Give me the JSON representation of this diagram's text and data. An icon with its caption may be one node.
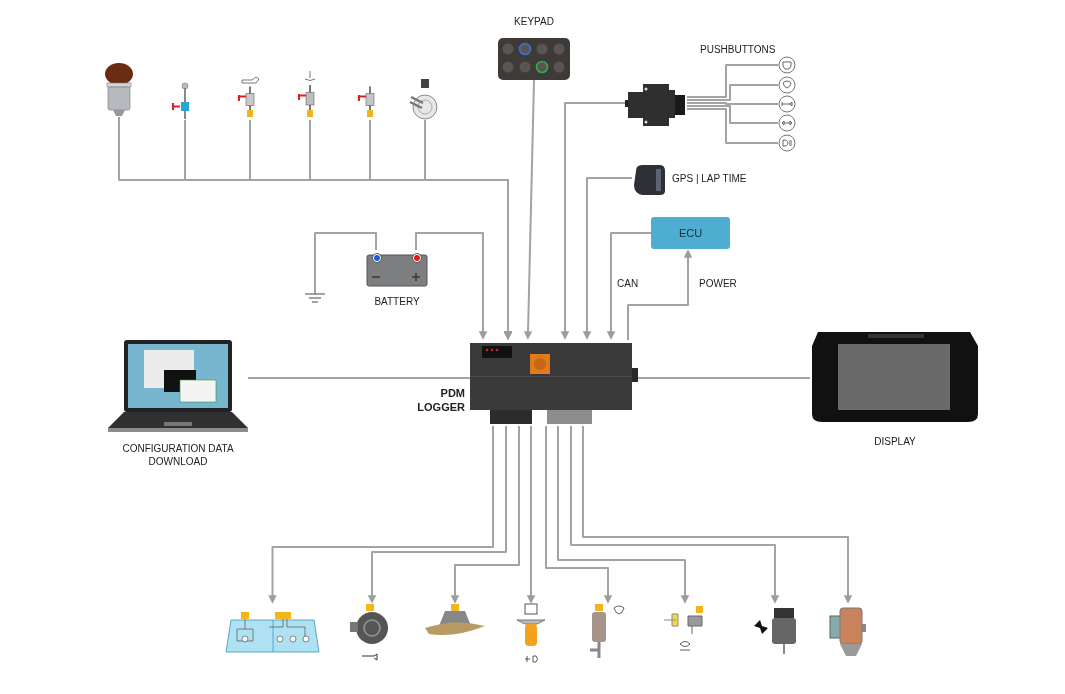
{
  "diagram": {
    "nodes": [
      {
        "text": [],
        "shape": "picture"
      },
      {
        "text": [],
        "shape": "picture"
      },
      {
        "text": [],
        "shape": "picture"
      },
      {
        "text": [],
        "shape": "picture"
      },
      {
        "text": [],
        "shape": "picture"
      },
      {
        "text": [],
        "shape": "picture"
      },
      {
        "text": [
          "KEYPAD"
        ]
      },
      {
        "text": [],
        "shape": "picture"
      },
      {
        "text": [],
        "shape": "picture"
      },
      {
        "text": [],
        "shape": "picture"
      },
      {
        "text": [],
        "shape": "picture"
      },
      {
        "text": [],
        "shape": "picture"
      },
      {
        "text": [],
        "shape": "picture"
      },
      {
        "text": [],
        "shape": "picture",
        "beside": [
          "GPS | LAP TIME"
        ]
      },
      {
        "text": [
          "ECU"
        ]
      },
      {
        "text": [
          "BATTERY"
        ]
      },
      {
        "text": [],
        "shape": "picture"
      },
      {
        "text": [],
        "shape": "picture",
        "beside": [
          "PDM LOGGER"
        ]
      },
      {
        "text": [],
        "shape": "picture",
        "beside": [
          "CONFIGURATION DATA DOWNLOAD"
        ]
      },
      {
        "text": [],
        "shape": "picture",
        "beside": [
          "DISPLAY"
        ]
      },
      {
        "text": [],
        "shape": "picture"
      },
      {
        "text": [],
        "shape": "picture"
      },
      {
        "text": [],
        "shape": "picture"
      },
      {
        "text": [],
        "shape": "picture"
      },
      {
        "text": [],
        "shape": "picture"
      },
      {
        "text": [],
        "shape": "picture"
      },
      {
        "text": [],
        "shape": "picture"
      },
      {
        "text": [],
        "shape": "picture"
      }
    ],
    "edges": [
      {
        "from": 0,
        "to": 17,
        "arrow": "to"
      },
      {
        "from": 1,
        "to": 17,
        "arrow": "to"
      },
      {
        "from": 2,
        "to": 17,
        "arrow": "to"
      },
      {
        "from": 3,
        "to": 17,
        "arrow": "to"
      },
      {
        "from": 4,
        "to": 17,
        "arrow": "to"
      },
      {
        "from": 5,
        "to": 17,
        "arrow": "to"
      },
      {
        "from": 6,
        "to": 17,
        "arrow": "to"
      },
      {
        "from": 7,
        "to": 8,
        "arrow": "none"
      },
      {
        "from": 7,
        "to": 9,
        "arrow": "none"
      },
      {
        "from": 7,
        "to": 10,
        "arrow": "none"
      },
      {
        "from": 7,
        "to": 11,
        "arrow": "none"
      },
      {
        "from": 7,
        "to": 12,
        "arrow": "none"
      },
      {
        "from": 7,
        "to": 17,
        "arrow": "to"
      },
      {
        "from": 13,
        "to": 17,
        "arrow": "to"
      },
      {
        "from": 14,
        "to": 17,
        "arrow": "to",
        "label": "CAN"
      },
      {
        "from": 17,
        "to": 14,
        "arrow": "to",
        "label": "POWER"
      },
      {
        "from": 15,
        "to": 17,
        "arrow": "to"
      },
      {
        "from": 15,
        "to": 16,
        "arrow": "none"
      },
      {
        "from": 18,
        "to": 17,
        "arrow": "none"
      },
      {
        "from": 17,
        "to": 19,
        "arrow": "none"
      },
      {
        "from": 17,
        "to": 20,
        "arrow": "to"
      },
      {
        "from": 17,
        "to": 21,
        "arrow": "to"
      },
      {
        "from": 17,
        "to": 22,
        "arrow": "to"
      },
      {
        "from": 17,
        "to": 23,
        "arrow": "to"
      },
      {
        "from": 17,
        "to": 24,
        "arrow": "to"
      },
      {
        "from": 17,
        "to": 25,
        "arrow": "to"
      },
      {
        "from": 17,
        "to": 26,
        "arrow": "to"
      },
      {
        "from": 17,
        "to": 27,
        "arrow": "to"
      }
    ],
    "labels": [
      "PUSHBUTTONS"
    ]
  }
}
